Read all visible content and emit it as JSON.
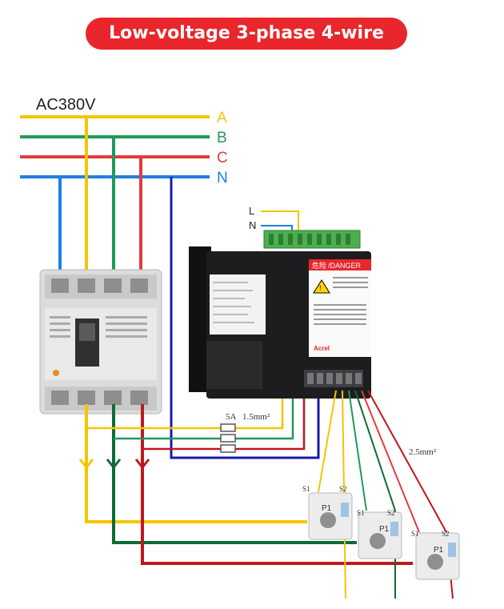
{
  "title": "Low-voltage 3-phase 4-wire",
  "supply_label": "AC380V",
  "phases": [
    {
      "label": "A",
      "color": "#f5c400"
    },
    {
      "label": "B",
      "color": "#1f9a5a"
    },
    {
      "label": "C",
      "color": "#e33b3b"
    },
    {
      "label": "N",
      "color": "#1e7fe0"
    }
  ],
  "aux_power": {
    "l_label": "L",
    "n_label": "N"
  },
  "fuse_label": "5A",
  "voltage_wire_size": "1.5mm²",
  "current_wire_size": "2.5mm²",
  "ct_labels": {
    "s1": "S1",
    "s2": "S2",
    "p1": "P1"
  },
  "meter_panel": {
    "danger_cn": "危险",
    "danger_en": "/DANGER",
    "brand": "Acrel"
  },
  "colors": {
    "title_bg": "#e8262b",
    "yellow": "#f5c400",
    "green": "#1f9a5a",
    "red": "#e33b3b",
    "blue": "#1e7fe0",
    "navy": "#1a1aa8",
    "dark_green": "#0e6b34",
    "dark_red": "#c0171d",
    "meter_body": "#1d1d1f",
    "terminal_green": "#4caf50"
  }
}
